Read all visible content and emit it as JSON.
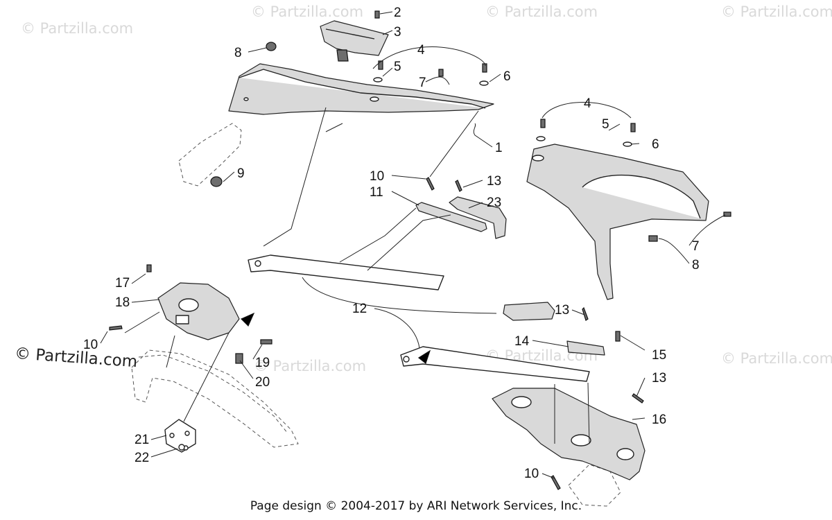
{
  "watermark_text": "© Partzilla.com",
  "footer_text": "Page design © 2004-2017 by ARI Network Services, Inc.",
  "callouts": {
    "c2": "2",
    "c3": "3",
    "c4a": "4",
    "c5a": "5",
    "c6a": "6",
    "c7a": "7",
    "c8a": "8",
    "c9": "9",
    "c1": "1",
    "c4b": "4",
    "c5b": "5",
    "c6b": "6",
    "c10a": "10",
    "c11": "11",
    "c13a": "13",
    "c23": "23",
    "c7b": "7",
    "c8b": "8",
    "c17": "17",
    "c18": "18",
    "c10b": "10",
    "c12": "12",
    "c13b": "13",
    "c14": "14",
    "c15": "15",
    "c19": "19",
    "c20": "20",
    "c13c": "13",
    "c16": "16",
    "c21": "21",
    "c22": "22",
    "c10c": "10"
  }
}
